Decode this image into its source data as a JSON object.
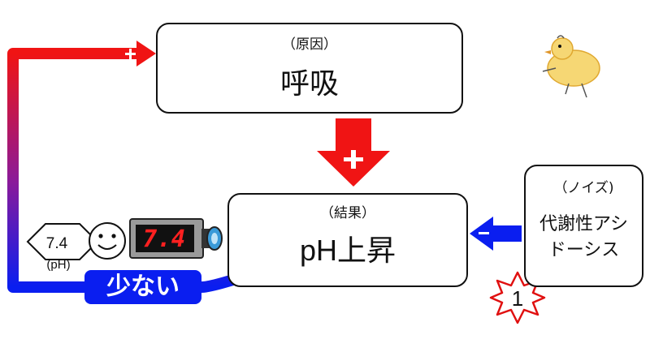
{
  "cause": {
    "label": "（原因）",
    "name": "呼吸"
  },
  "result": {
    "label": "（結果）",
    "name": "pH上昇"
  },
  "noise": {
    "label": "（ノイズ)",
    "line1": "代謝性アシ",
    "line2": "ドーシス"
  },
  "feedback": {
    "badge": "少ない",
    "ph_value": "7.4",
    "ph_label": "(pH)"
  },
  "meter": {
    "display": "7.4"
  },
  "signs": {
    "plus": "+",
    "minus": "−"
  },
  "burst": {
    "number": "1"
  },
  "colors": {
    "red": "#f01414",
    "blue": "#0a1ef0",
    "purple": "#8a1a9a",
    "meter_body": "#9a9a9a",
    "meter_digits": "#ff2020",
    "lens": "#3a9ad8"
  }
}
